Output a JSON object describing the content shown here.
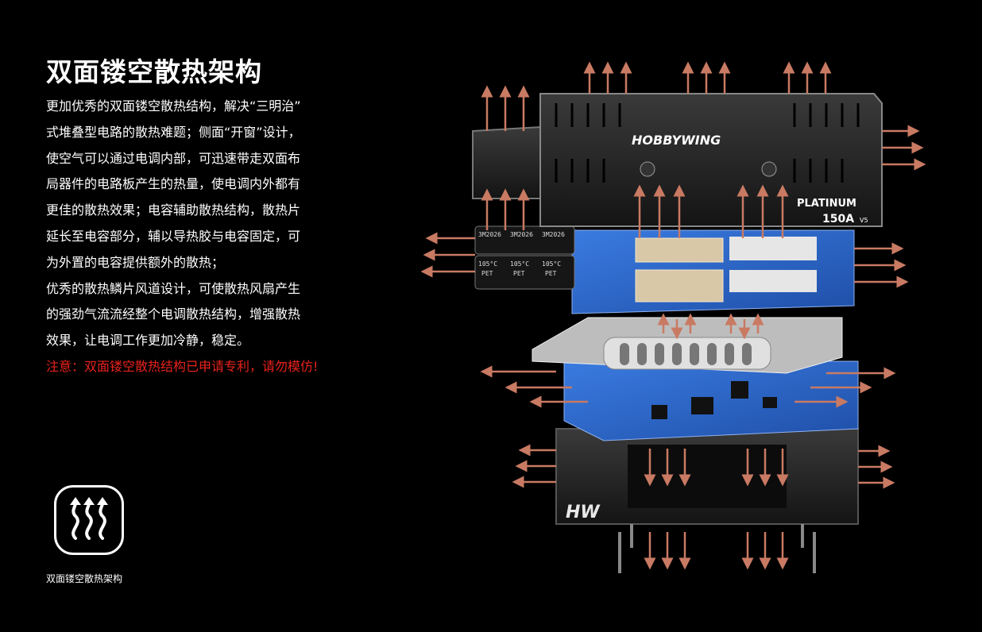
{
  "title": "双面镂空散热架构",
  "paragraphs": [
    "更加优秀的双面镂空散热结构，解决“三明治”",
    "式堆叠型电路的散热难题；侧面“开窗”设计，",
    "使空气可以通过电调内部，可迅速带走双面布",
    "局器件的电路板产生的热量，使电调内外都有",
    "更佳的散热效果；电容辅助散热结构，散热片",
    "延长至电容部分，辅以导热胶与电容固定，可",
    "为外置的电容提供额外的散热；",
    "优秀的散热鳞片风道设计，可使散热风扇产生",
    "的强劲气流流经整个电调散热结构，增强散热",
    "效果，让电调工作更加冷静，稳定。"
  ],
  "notice": "注意：双面镂空散热结构已申请专利，请勿模仿!",
  "icon": {
    "name": "heat-waves-icon",
    "caption": "双面镂空散热架构"
  },
  "product": {
    "brand": "HOBBYWING",
    "model_line": "PLATINUM",
    "rating": "150A",
    "version": "V5",
    "logo_mark": "HW",
    "capacitor_labels": [
      "3M2026",
      "3M2026",
      "3M2026",
      "105°C",
      "105°C",
      "105°C",
      "PET",
      "PET",
      "PET"
    ]
  },
  "colors": {
    "background": "#000000",
    "text": "#ffffff",
    "notice": "#e8221c",
    "arrow": "#c97a63",
    "pcb": "#2f6fd0"
  }
}
